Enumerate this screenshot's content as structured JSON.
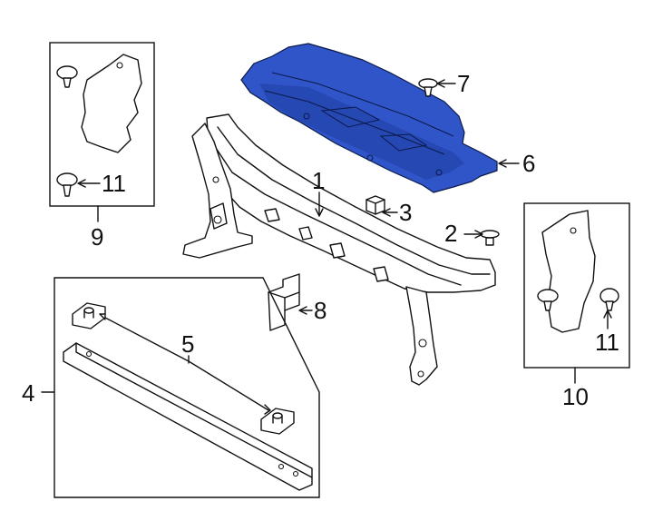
{
  "callouts": {
    "c1": "1",
    "c2": "2",
    "c3": "3",
    "c4": "4",
    "c5": "5",
    "c6": "6",
    "c7": "7",
    "c8": "8",
    "c9": "9",
    "c10": "10",
    "c11_left": "11",
    "c11_right": "11"
  },
  "colors": {
    "highlight": "#2f55c8",
    "line": "#111111",
    "background": "#ffffff"
  }
}
